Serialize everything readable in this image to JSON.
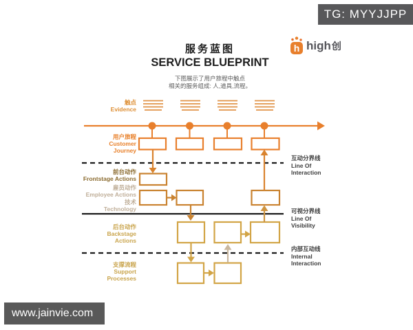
{
  "overlays": {
    "telegram_badge": "TG: MYYJJPP",
    "website_badge": "www.jainvie.com"
  },
  "header": {
    "title_zh": "服务蓝图",
    "title_en": "SERVICE BLUEPRINT",
    "subtitle_line1": "下图展示了用户旅程中触点",
    "subtitle_line2": "相关的服务组成: 人,道具,流程。",
    "logo": {
      "brand": "high",
      "suffix": "创",
      "glyph": "h"
    }
  },
  "rows": {
    "evidence": {
      "zh": "触点",
      "en": "Evidence"
    },
    "journey": {
      "zh": "用户旅程",
      "en1": "Customer",
      "en2": "Journey"
    },
    "frontstage": {
      "zh": "前台动作",
      "en": "Frontstage Actions"
    },
    "employee": {
      "zh": "雇员动作",
      "en": "Employee Actions"
    },
    "technology": {
      "zh": "技术",
      "en": "Technology"
    },
    "backstage": {
      "zh": "后台动作",
      "en1": "Backstage",
      "en2": "Actions"
    },
    "support": {
      "zh": "支撑流程",
      "en1": "Support",
      "en2": "Processes"
    }
  },
  "lines": {
    "interaction": {
      "zh": "互动分界线",
      "en1": "Line Of",
      "en2": "Interaction"
    },
    "visibility": {
      "zh": "可视分界线",
      "en1": "Line Of",
      "en2": "Visibility"
    },
    "internal": {
      "zh": "内部互动线",
      "en1": "Internal",
      "en2": "Interaction"
    }
  },
  "colors": {
    "accent_orange": "#e87f2c",
    "burnt_orange": "#c9822f",
    "gold": "#d2a445",
    "light_tan": "#c9b79e",
    "badge_background": "#58585a",
    "divider_black": "#1a1a1a"
  }
}
